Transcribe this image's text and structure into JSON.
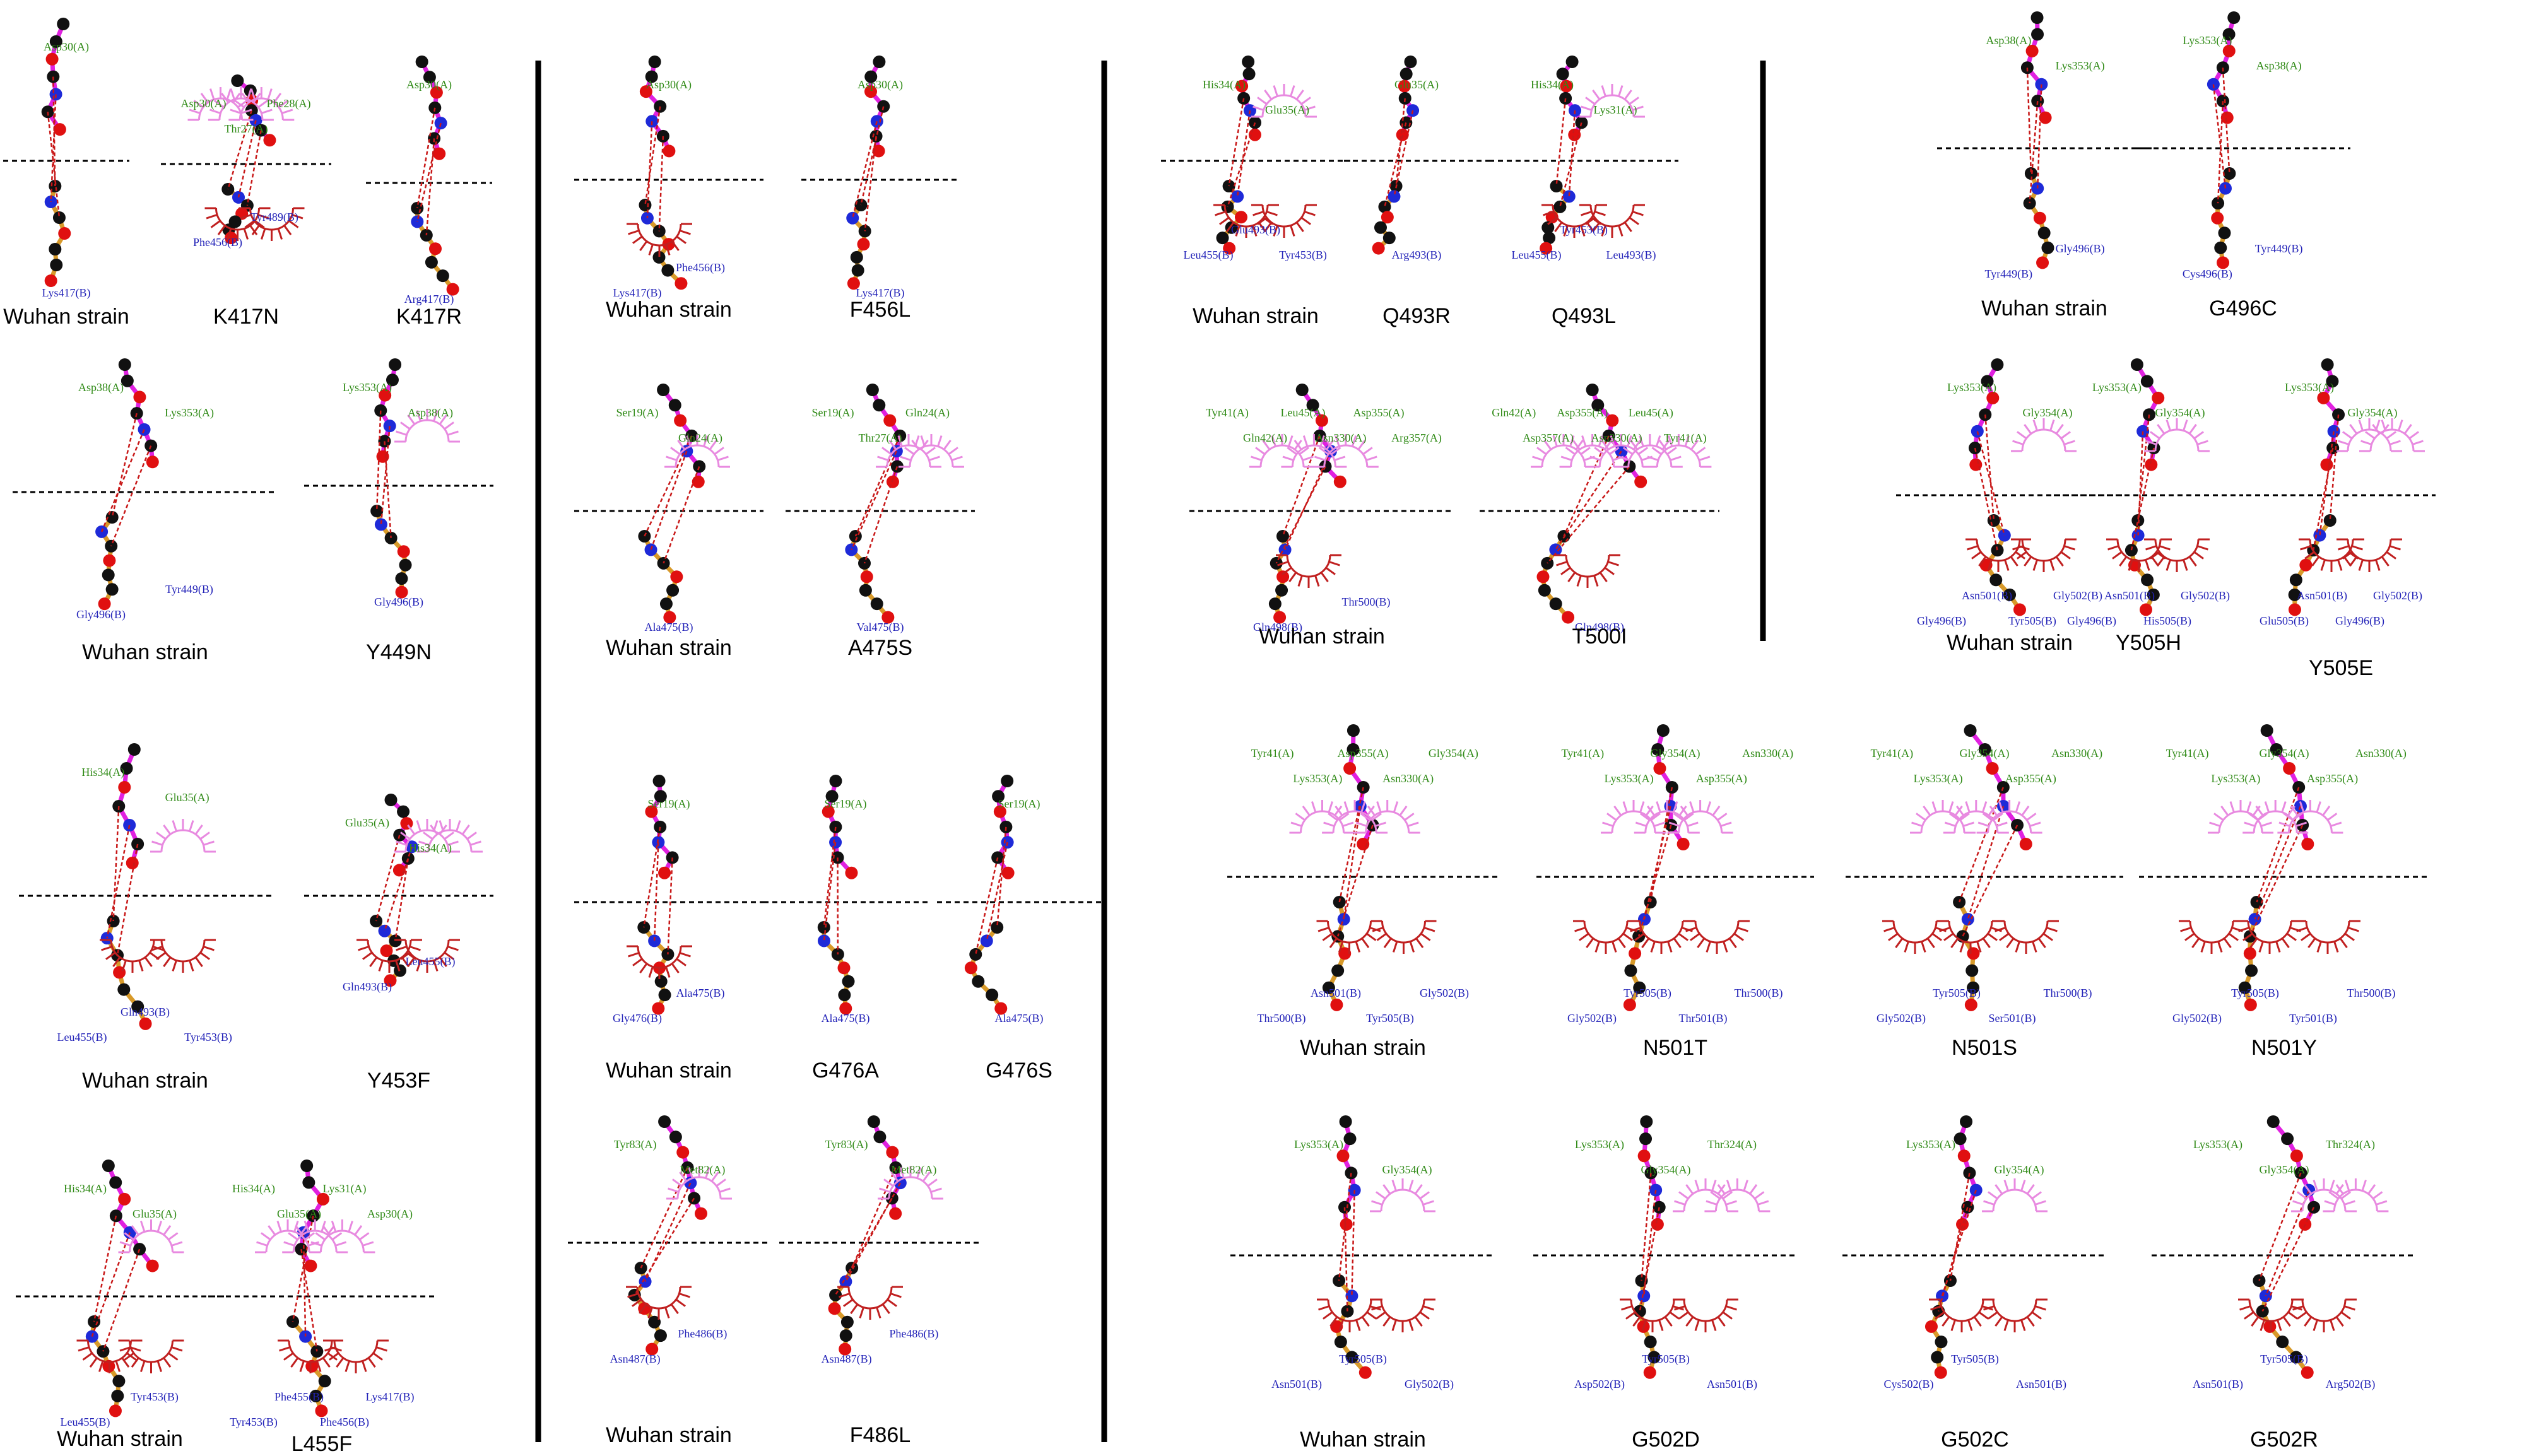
{
  "colors": {
    "chainA_bond": "#e021e0",
    "chainB_bond": "#d89a2a",
    "atom_carbon": "#111111",
    "atom_nitrogen": "#1e2ad8",
    "atom_oxygen": "#e01010",
    "atom_sulfur": "#f2e23a",
    "hbond": "#c81818",
    "label_chainA": "#2f8a16",
    "label_chainB": "#2323b8",
    "hydrophobic_A": "#e88ae0",
    "hydrophobic_B": "#c02020"
  },
  "panels": [
    {
      "label": "Wuhan strain",
      "a": [
        "Asp30(A)"
      ],
      "b": [
        "Lys417(B)"
      ],
      "arcsA": 0,
      "arcsB": 0
    },
    {
      "label": "K417N",
      "a": [
        "Asp30(A)",
        "Thr27(A)",
        "Phe28(A)"
      ],
      "b": [
        "Phe456(B)",
        "Tyr489(B)"
      ],
      "arcsA": 3,
      "arcsB": 2
    },
    {
      "label": "K417R",
      "a": [
        "Asp30(A)"
      ],
      "b": [
        "Arg417(B)"
      ],
      "arcsA": 0,
      "arcsB": 0
    },
    {
      "label": "Wuhan strain",
      "a": [
        "Asp38(A)",
        "Lys353(A)"
      ],
      "b": [
        "Gly496(B)",
        "Tyr449(B)"
      ],
      "arcsA": 0,
      "arcsB": 0
    },
    {
      "label": "Y449N",
      "a": [
        "Lys353(A)",
        "Asp38(A)"
      ],
      "b": [
        "Gly496(B)"
      ],
      "arcsA": 1,
      "arcsB": 0
    },
    {
      "label": "Wuhan strain",
      "a": [
        "His34(A)",
        "Glu35(A)"
      ],
      "b": [
        "Leu455(B)",
        "Gln493(B)",
        "Tyr453(B)"
      ],
      "arcsA": 1,
      "arcsB": 2
    },
    {
      "label": "Y453F",
      "a": [
        "Glu35(A)",
        "His34(A)"
      ],
      "b": [
        "Gln493(B)",
        "Leu455(B)"
      ],
      "arcsA": 2,
      "arcsB": 2
    },
    {
      "label": "Wuhan strain",
      "a": [
        "His34(A)",
        "Glu35(A)"
      ],
      "b": [
        "Leu455(B)",
        "Tyr453(B)"
      ],
      "arcsA": 1,
      "arcsB": 2
    },
    {
      "label": "L455F",
      "a": [
        "His34(A)",
        "Glu35(A)",
        "Lys31(A)",
        "Asp30(A)"
      ],
      "b": [
        "Tyr453(B)",
        "Phe455(B)",
        "Phe456(B)",
        "Lys417(B)"
      ],
      "arcsA": 3,
      "arcsB": 2
    },
    {
      "label": "Wuhan strain",
      "a": [
        "Asp30(A)"
      ],
      "b": [
        "Lys417(B)",
        "Phe456(B)"
      ],
      "arcsA": 0,
      "arcsB": 1
    },
    {
      "label": "F456L",
      "a": [
        "Asp30(A)"
      ],
      "b": [
        "Lys417(B)"
      ],
      "arcsA": 0,
      "arcsB": 0
    },
    {
      "label": "Wuhan strain",
      "a": [
        "Ser19(A)",
        "Gln24(A)"
      ],
      "b": [
        "Ala475(B)"
      ],
      "arcsA": 1,
      "arcsB": 0
    },
    {
      "label": "A475S",
      "a": [
        "Ser19(A)",
        "Thr27(A)",
        "Gln24(A)"
      ],
      "b": [
        "Val475(B)"
      ],
      "arcsA": 2,
      "arcsB": 0
    },
    {
      "label": "Wuhan strain",
      "a": [
        "Ser19(A)"
      ],
      "b": [
        "Gly476(B)",
        "Ala475(B)"
      ],
      "arcsA": 0,
      "arcsB": 1
    },
    {
      "label": "G476A",
      "a": [
        "Ser19(A)"
      ],
      "b": [
        "Ala475(B)"
      ],
      "arcsA": 0,
      "arcsB": 0
    },
    {
      "label": "G476S",
      "a": [
        "Ser19(A)"
      ],
      "b": [
        "Ala475(B)"
      ],
      "arcsA": 0,
      "arcsB": 0
    },
    {
      "label": "Wuhan strain",
      "a": [
        "Tyr83(A)",
        "Met82(A)"
      ],
      "b": [
        "Asn487(B)",
        "Phe486(B)"
      ],
      "arcsA": 1,
      "arcsB": 1
    },
    {
      "label": "F486L",
      "a": [
        "Tyr83(A)",
        "Met82(A)"
      ],
      "b": [
        "Asn487(B)",
        "Phe486(B)"
      ],
      "arcsA": 1,
      "arcsB": 1
    },
    {
      "label": "Wuhan strain",
      "a": [
        "His34(A)",
        "Glu35(A)"
      ],
      "b": [
        "Leu455(B)",
        "Glu493(B)",
        "Tyr453(B)"
      ],
      "arcsA": 1,
      "arcsB": 2
    },
    {
      "label": "Q493R",
      "a": [
        "Glu35(A)"
      ],
      "b": [
        "Arg493(B)"
      ],
      "arcsA": 0,
      "arcsB": 0
    },
    {
      "label": "Q493L",
      "a": [
        "His34(A)",
        "Lys31(A)"
      ],
      "b": [
        "Leu455(B)",
        "Tyr453(B)",
        "Leu493(B)"
      ],
      "arcsA": 1,
      "arcsB": 2
    },
    {
      "label": "Wuhan strain",
      "a": [
        "Tyr41(A)",
        "Gln42(A)",
        "Leu45(A)",
        "Asn330(A)",
        "Asp355(A)",
        "Arg357(A)"
      ],
      "b": [
        "Gln498(B)",
        "Thr500(B)"
      ],
      "arcsA": 3,
      "arcsB": 1
    },
    {
      "label": "T500I",
      "a": [
        "Gln42(A)",
        "Asp357(A)",
        "Asp355(A)",
        "Asn330(A)",
        "Leu45(A)",
        "Tyr41(A)"
      ],
      "b": [
        "Gln498(B)"
      ],
      "arcsA": 5,
      "arcsB": 1
    },
    {
      "label": "Wuhan strain",
      "a": [
        "Asp38(A)",
        "Lys353(A)"
      ],
      "b": [
        "Tyr449(B)",
        "Gly496(B)"
      ],
      "arcsA": 0,
      "arcsB": 0
    },
    {
      "label": "G496C",
      "a": [
        "Lys353(A)",
        "Asp38(A)"
      ],
      "b": [
        "Cys496(B)",
        "Tyr449(B)"
      ],
      "arcsA": 0,
      "arcsB": 0
    },
    {
      "label": "Wuhan strain",
      "a": [
        "Lys353(A)",
        "Gly354(A)"
      ],
      "b": [
        "Gly496(B)",
        "Asn501(B)",
        "Tyr505(B)",
        "Gly502(B)"
      ],
      "arcsA": 1,
      "arcsB": 2
    },
    {
      "label": "Y505H",
      "a": [
        "Lys353(A)",
        "Gly354(A)"
      ],
      "b": [
        "Gly496(B)",
        "Asn501(B)",
        "His505(B)",
        "Gly502(B)"
      ],
      "arcsA": 1,
      "arcsB": 2
    },
    {
      "label": "Y505E",
      "a": [
        "Lys353(A)",
        "Gly354(A)"
      ],
      "b": [
        "Glu505(B)",
        "Asn501(B)",
        "Gly496(B)",
        "Gly502(B)"
      ],
      "arcsA": 2,
      "arcsB": 2
    },
    {
      "label": "Wuhan strain",
      "a": [
        "Tyr41(A)",
        "Lys353(A)",
        "Asp355(A)",
        "Asn330(A)",
        "Gly354(A)"
      ],
      "b": [
        "Thr500(B)",
        "Asn501(B)",
        "Tyr505(B)",
        "Gly502(B)"
      ],
      "arcsA": 3,
      "arcsB": 2
    },
    {
      "label": "N501T",
      "a": [
        "Tyr41(A)",
        "Lys353(A)",
        "Gly354(A)",
        "Asp355(A)",
        "Asn330(A)"
      ],
      "b": [
        "Gly502(B)",
        "Tyr505(B)",
        "Thr501(B)",
        "Thr500(B)"
      ],
      "arcsA": 3,
      "arcsB": 3
    },
    {
      "label": "N501S",
      "a": [
        "Tyr41(A)",
        "Lys353(A)",
        "Gly354(A)",
        "Asp355(A)",
        "Asn330(A)"
      ],
      "b": [
        "Gly502(B)",
        "Tyr505(B)",
        "Ser501(B)",
        "Thr500(B)"
      ],
      "arcsA": 3,
      "arcsB": 3
    },
    {
      "label": "N501Y",
      "a": [
        "Tyr41(A)",
        "Lys353(A)",
        "Gly354(A)",
        "Asp355(A)",
        "Asn330(A)"
      ],
      "b": [
        "Gly502(B)",
        "Tyr505(B)",
        "Tyr501(B)",
        "Thr500(B)"
      ],
      "arcsA": 3,
      "arcsB": 3
    },
    {
      "label": "Wuhan strain",
      "a": [
        "Lys353(A)",
        "Gly354(A)"
      ],
      "b": [
        "Asn501(B)",
        "Tyr505(B)",
        "Gly502(B)"
      ],
      "arcsA": 1,
      "arcsB": 2
    },
    {
      "label": "G502D",
      "a": [
        "Lys353(A)",
        "Gly354(A)",
        "Thr324(A)"
      ],
      "b": [
        "Asp502(B)",
        "Tyr505(B)",
        "Asn501(B)"
      ],
      "arcsA": 2,
      "arcsB": 2
    },
    {
      "label": "G502C",
      "a": [
        "Lys353(A)",
        "Gly354(A)"
      ],
      "b": [
        "Cys502(B)",
        "Tyr505(B)",
        "Asn501(B)"
      ],
      "arcsA": 1,
      "arcsB": 2
    },
    {
      "label": "G502R",
      "a": [
        "Lys353(A)",
        "Gly354(A)",
        "Thr324(A)"
      ],
      "b": [
        "Asn501(B)",
        "Tyr505(B)",
        "Arg502(B)"
      ],
      "arcsA": 2,
      "arcsB": 2
    }
  ]
}
